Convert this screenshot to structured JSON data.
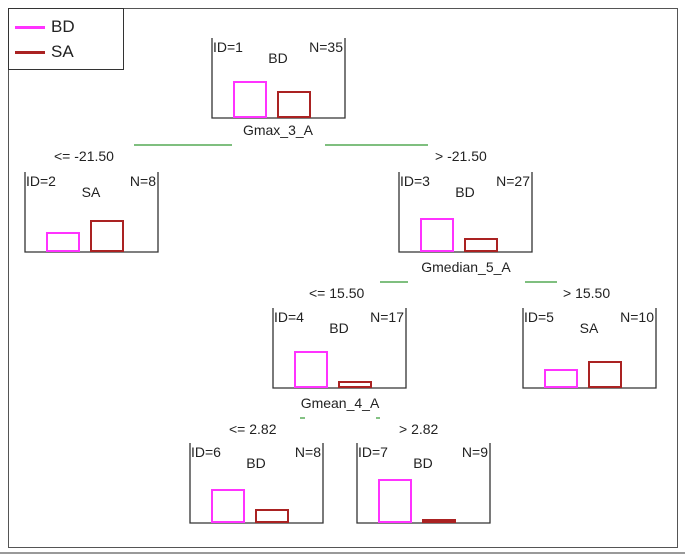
{
  "colors": {
    "BD": "#ff33ff",
    "SA": "#aa2222",
    "split": "#339933",
    "box": "#333333"
  },
  "legend": [
    {
      "label": "BD",
      "color": "#ff33ff"
    },
    {
      "label": "SA",
      "color": "#aa2222"
    }
  ],
  "nodes": [
    {
      "id": "ID=1",
      "n": "N=35",
      "class": "BD",
      "split": "Gmax_3_A",
      "bd": 35,
      "sa": 25
    },
    {
      "id": "ID=2",
      "n": "N=8",
      "class": "SA",
      "bd": 18,
      "sa": 30
    },
    {
      "id": "ID=3",
      "n": "N=27",
      "class": "BD",
      "split": "Gmedian_5_A",
      "bd": 32,
      "sa": 12
    },
    {
      "id": "ID=4",
      "n": "N=17",
      "class": "BD",
      "split": "Gmean_4_A",
      "bd": 35,
      "sa": 5
    },
    {
      "id": "ID=5",
      "n": "N=10",
      "class": "SA",
      "bd": 17,
      "sa": 25
    },
    {
      "id": "ID=6",
      "n": "N=8",
      "class": "BD",
      "bd": 32,
      "sa": 12
    },
    {
      "id": "ID=7",
      "n": "N=9",
      "class": "BD",
      "bd": 42,
      "sa": 2
    }
  ],
  "edges": [
    {
      "label": "<= -21.50"
    },
    {
      "label": "> -21.50"
    },
    {
      "label": "<= 15.50"
    },
    {
      "label": "> 15.50"
    },
    {
      "label": "<= 2.82"
    },
    {
      "label": "> 2.82"
    }
  ]
}
